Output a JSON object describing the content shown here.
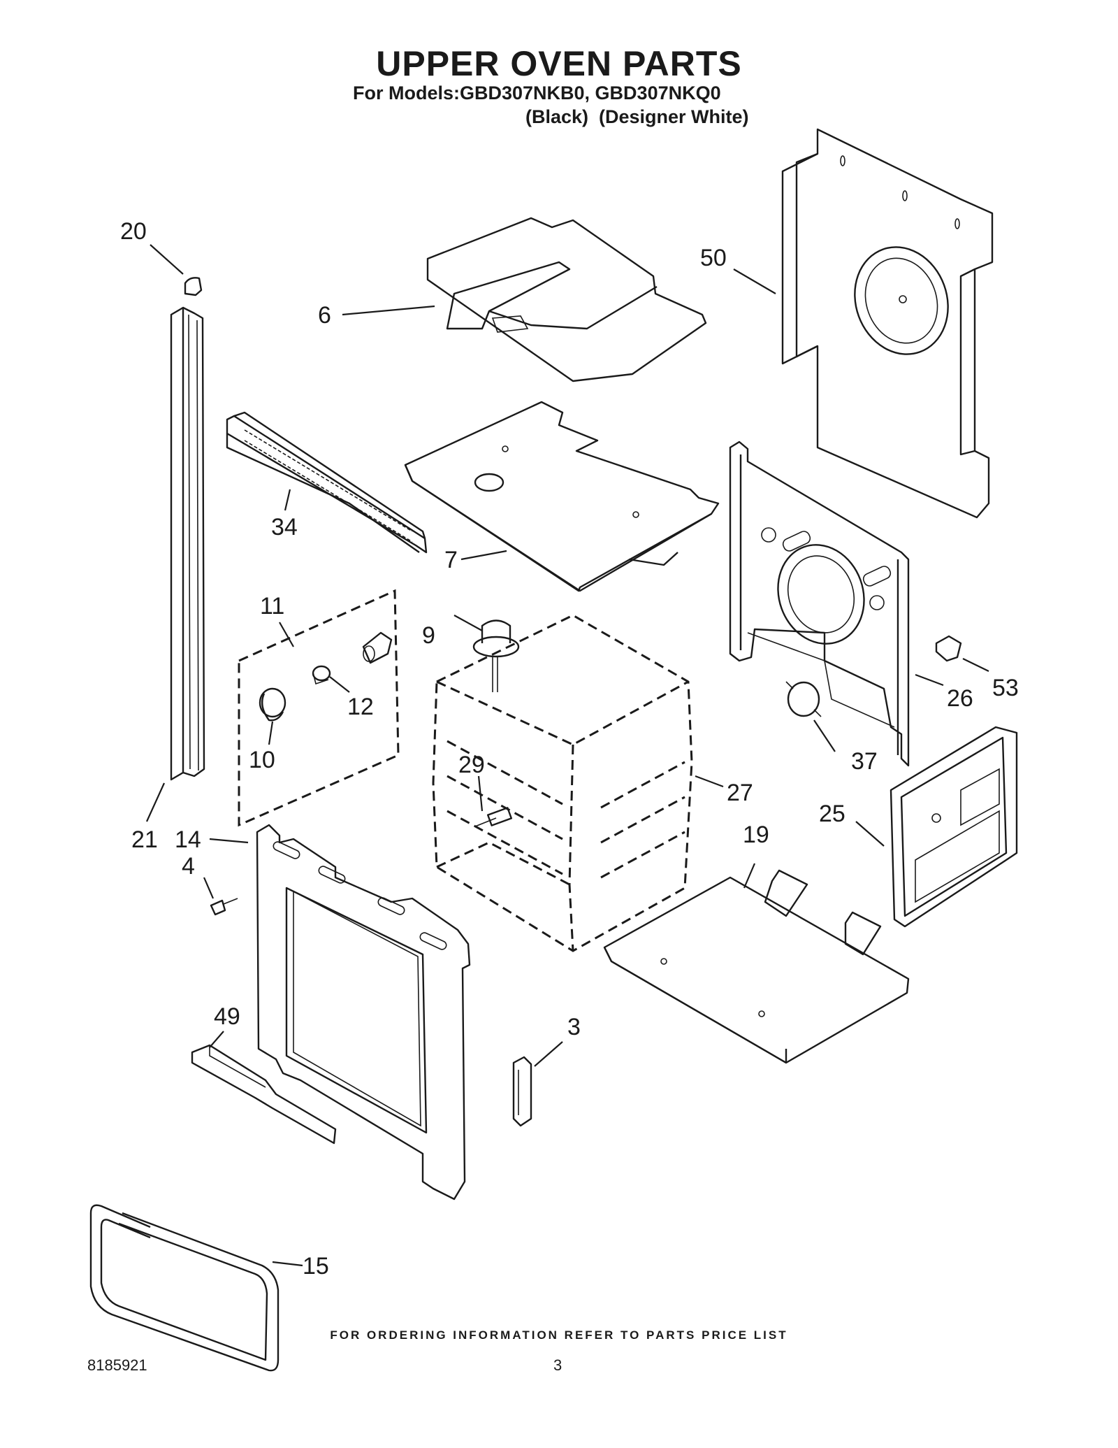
{
  "header": {
    "title": "UPPER OVEN PARTS",
    "models": "For Models:GBD307NKB0, GBD307NKQ0",
    "variant_black": "(Black)",
    "variant_white": "(Designer White)"
  },
  "callouts": {
    "p20": "20",
    "p6": "6",
    "p50": "50",
    "p34": "34",
    "p7": "7",
    "p11": "11",
    "p9": "9",
    "p12": "12",
    "p10": "10",
    "p26": "26",
    "p53": "53",
    "p37": "37",
    "p29": "29",
    "p27": "27",
    "p21": "21",
    "p14": "14",
    "p4": "4",
    "p19": "19",
    "p25": "25",
    "p49": "49",
    "p3": "3",
    "p15": "15"
  },
  "footer": {
    "ordering_note": "FOR ORDERING INFORMATION REFER TO PARTS PRICE LIST",
    "document_number": "8185921",
    "page_number": "3"
  }
}
